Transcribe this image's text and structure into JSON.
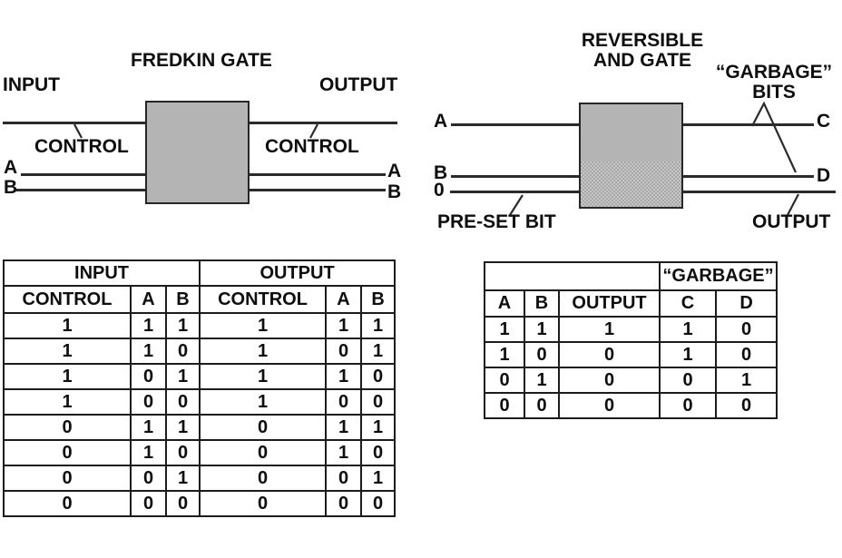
{
  "colors": {
    "background": "#ffffff",
    "line": "#2b2b2b",
    "box_fill": "#b4b4b4",
    "box_border": "#262626",
    "table_border": "#1c1c1c",
    "text": "#0e0e0e"
  },
  "fredkin_diagram": {
    "title": "FREDKIN GATE",
    "input_label": "INPUT",
    "output_label": "OUTPUT",
    "control_in_label": "CONTROL",
    "control_out_label": "CONTROL",
    "wire_a_in": "A",
    "wire_b_in": "B",
    "wire_a_out": "A",
    "wire_b_out": "B"
  },
  "and_diagram": {
    "title_line1": "REVERSIBLE",
    "title_line2": "AND GATE",
    "garbage_line1": "“GARBAGE”",
    "garbage_line2": "BITS",
    "wire_a": "A",
    "wire_b": "B",
    "preset_value": "0",
    "preset_label": "PRE-SET BIT",
    "output_label": "OUTPUT",
    "garbage_c": "C",
    "garbage_d": "D"
  },
  "fredkin_table": {
    "group_headers": {
      "input": "INPUT",
      "output": "OUTPUT"
    },
    "column_headers": [
      "CONTROL",
      "A",
      "B",
      "CONTROL",
      "A",
      "B"
    ],
    "rows": [
      [
        "1",
        "1",
        "1",
        "1",
        "1",
        "1"
      ],
      [
        "1",
        "1",
        "0",
        "1",
        "0",
        "1"
      ],
      [
        "1",
        "0",
        "1",
        "1",
        "1",
        "0"
      ],
      [
        "1",
        "0",
        "0",
        "1",
        "0",
        "0"
      ],
      [
        "0",
        "1",
        "1",
        "0",
        "1",
        "1"
      ],
      [
        "0",
        "1",
        "0",
        "0",
        "1",
        "0"
      ],
      [
        "0",
        "0",
        "1",
        "0",
        "0",
        "1"
      ],
      [
        "0",
        "0",
        "0",
        "0",
        "0",
        "0"
      ]
    ]
  },
  "and_table": {
    "group_headers": {
      "left": "",
      "garbage": "“GARBAGE”"
    },
    "column_headers": [
      "A",
      "B",
      "OUTPUT",
      "C",
      "D"
    ],
    "rows": [
      [
        "1",
        "1",
        "1",
        "1",
        "0"
      ],
      [
        "1",
        "0",
        "0",
        "1",
        "0"
      ],
      [
        "0",
        "1",
        "0",
        "0",
        "1"
      ],
      [
        "0",
        "0",
        "0",
        "0",
        "0"
      ]
    ]
  }
}
